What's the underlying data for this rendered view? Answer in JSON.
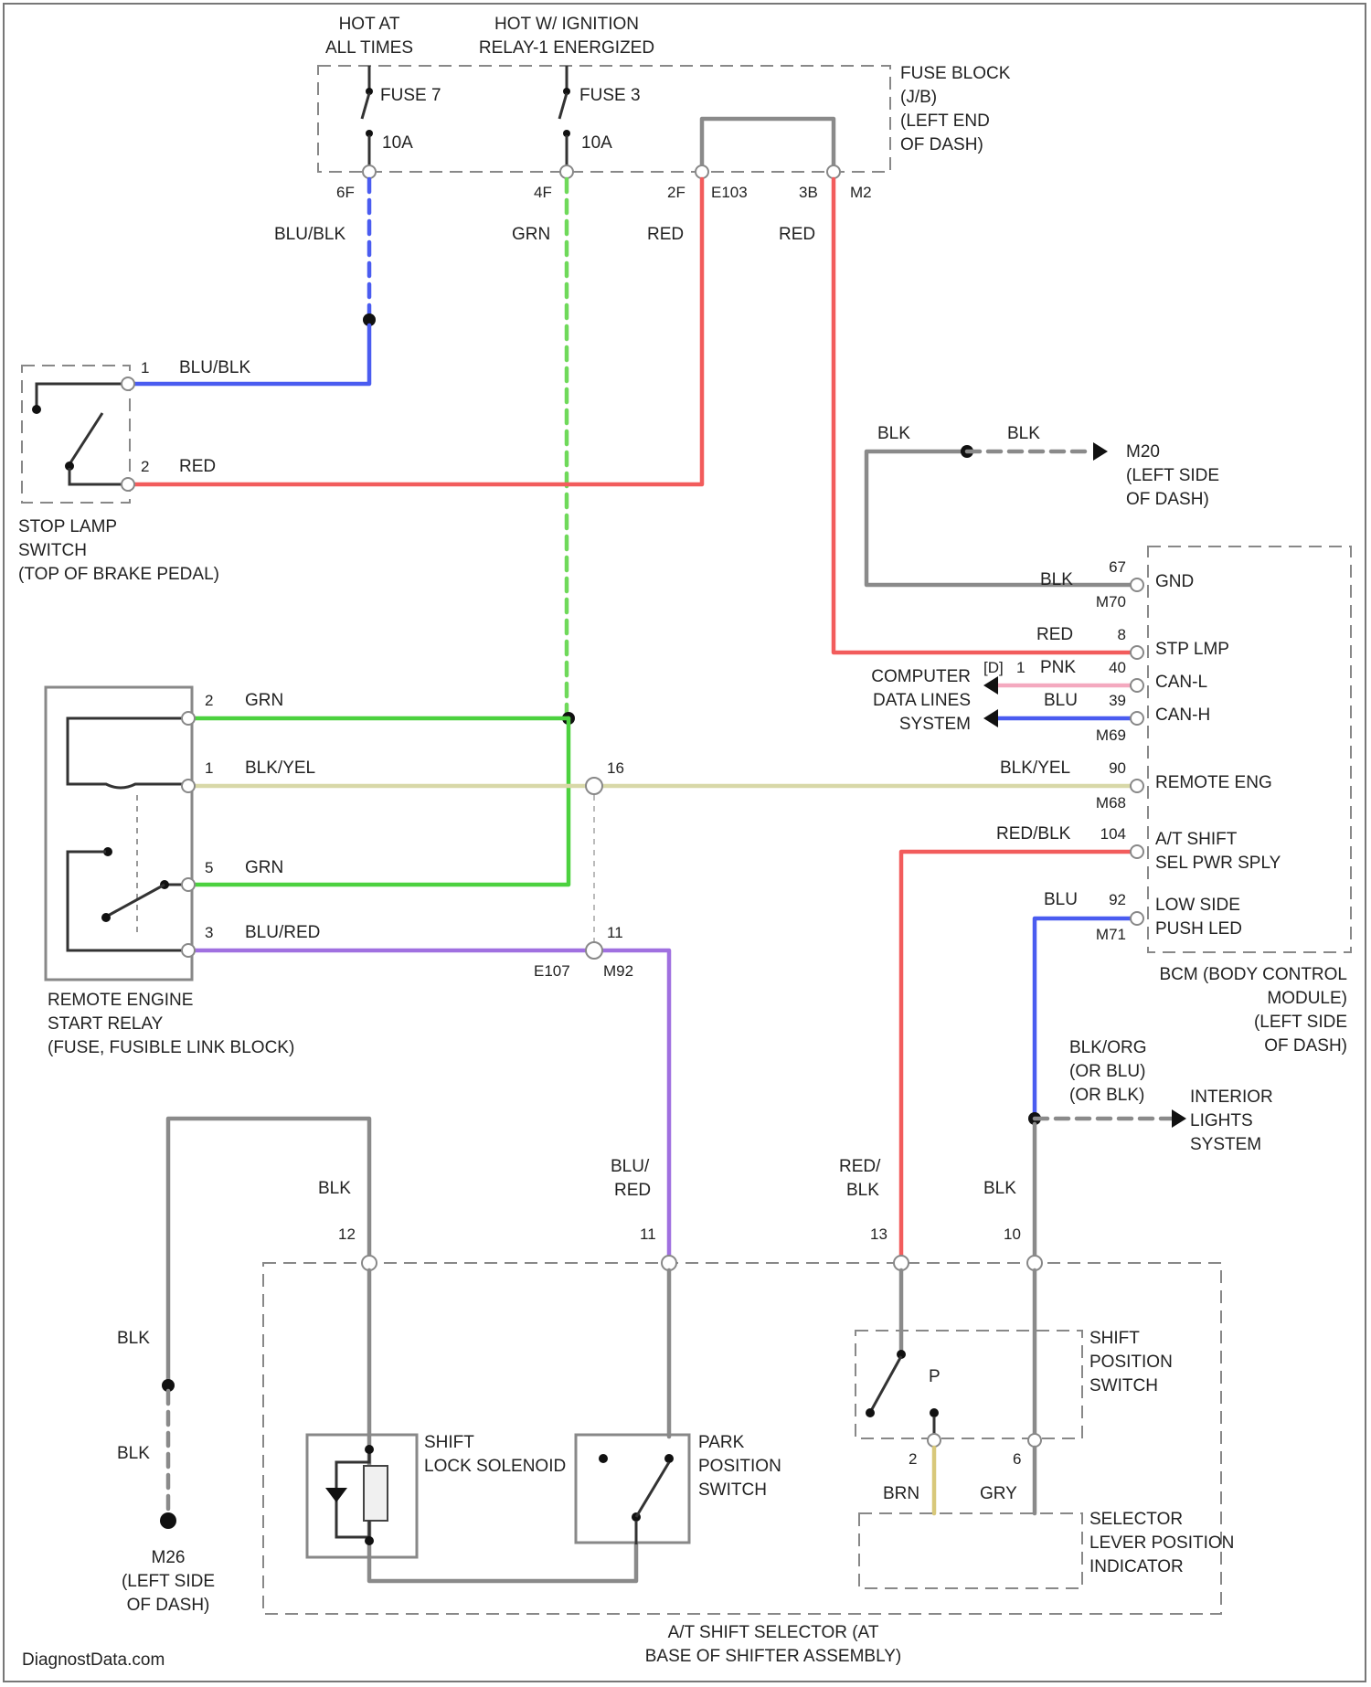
{
  "top_labels": {
    "hot_at_all_times": [
      "HOT AT",
      "ALL TIMES"
    ],
    "hot_w_ignition": [
      "HOT W/ IGNITION",
      "RELAY-1 ENERGIZED"
    ]
  },
  "fuse_block": {
    "label": [
      "FUSE BLOCK",
      "(J/B)",
      "(LEFT END",
      "OF DASH)"
    ],
    "fuse7": {
      "name": "FUSE 7",
      "rating": "10A"
    },
    "fuse3": {
      "name": "FUSE 3",
      "rating": "10A"
    },
    "pins": {
      "p1": "6F",
      "p2": "4F",
      "p3": "2F",
      "p4": "3B",
      "conn1": "E103",
      "conn2": "M2"
    }
  },
  "wire_labels": {
    "blu_blk_top": "BLU/BLK",
    "grn_top": "GRN",
    "red_top1": "RED",
    "red_top2": "RED",
    "blu_blk_stop": "BLU/BLK",
    "red_stop": "RED",
    "blk_gnd_a": "BLK",
    "blk_gnd_b": "BLK",
    "blk_bcm": "BLK",
    "red_bcm": "RED",
    "pink_bcm": "PNK",
    "blu_bcm_39": "BLU",
    "grn_relay_2": "GRN",
    "blk_yel_relay": "BLK/YEL",
    "blk_yel_bcm": "BLK/YEL",
    "grn_relay_5": "GRN",
    "blu_red_relay": "BLU/RED",
    "red_blk_bcm": "RED/BLK",
    "blu_bcm_92": "BLU",
    "blk_org": [
      "BLK/ORG",
      "(OR BLU)",
      "(OR BLK)"
    ],
    "blk_shifter_left": "BLK",
    "blu_red_shifter": [
      "BLU/",
      "RED"
    ],
    "red_blk_shifter": [
      "RED/",
      "BLK"
    ],
    "blk_shifter_right": "BLK",
    "blk_ground_top": "BLK",
    "blk_ground_bottom": "BLK",
    "brn": "BRN",
    "gry": "GRY"
  },
  "stop_lamp_switch": {
    "label": [
      "STOP LAMP",
      "SWITCH",
      "(TOP OF BRAKE PEDAL)"
    ],
    "pin1": "1",
    "pin2": "2"
  },
  "ground_m20": {
    "label": [
      "M20",
      "(LEFT SIDE",
      "OF DASH)"
    ]
  },
  "ground_m26": {
    "label": [
      "M26",
      "(LEFT SIDE",
      "OF DASH)"
    ]
  },
  "bcm": {
    "label": [
      "BCM (BODY CONTROL",
      "MODULE)",
      "(LEFT SIDE",
      "OF DASH)"
    ],
    "pins": [
      {
        "num": "67",
        "name": "GND"
      },
      {
        "num": "8",
        "name": "STP LMP"
      },
      {
        "num": "40",
        "name": "CAN-L"
      },
      {
        "num": "39",
        "name": "CAN-H"
      },
      {
        "num": "90",
        "name": "REMOTE ENG"
      },
      {
        "num": "104",
        "name": "A/T SHIFT"
      },
      {
        "num": "92",
        "name": "LOW SIDE"
      }
    ],
    "pin_names_extra": {
      "at_shift_2": "SEL PWR SPLY",
      "low_side_2": "PUSH LED"
    },
    "connectors": {
      "m70": "M70",
      "m69": "M69",
      "m68": "M68",
      "m71": "M71"
    },
    "can_num": "1"
  },
  "computer_data_lines": {
    "label": [
      "COMPUTER",
      "DATA LINES",
      "SYSTEM"
    ],
    "tag": "[D]"
  },
  "remote_relay": {
    "label": [
      "REMOTE ENGINE",
      "START RELAY",
      "(FUSE, FUSIBLE LINK BLOCK)"
    ],
    "pins": {
      "p2": "2",
      "p1": "1",
      "p5": "5",
      "p3": "3"
    }
  },
  "splices": {
    "s16": "16",
    "s11": "11",
    "c107": "E107",
    "m92": "M92"
  },
  "interior_lights": {
    "label": [
      "INTERIOR",
      "LIGHTS",
      "SYSTEM"
    ]
  },
  "shifter": {
    "label": [
      "A/T SHIFT SELECTOR (AT",
      "BASE OF SHIFTER ASSEMBLY)"
    ],
    "pins": {
      "p12": "12",
      "p11": "11",
      "p13": "13",
      "p10": "10",
      "p2": "2",
      "p6": "6"
    },
    "shift_lock_solenoid": [
      "SHIFT",
      "LOCK SOLENOID"
    ],
    "park_position_switch": [
      "PARK",
      "POSITION",
      "SWITCH"
    ],
    "shift_position_switch": [
      "SHIFT",
      "POSITION",
      "SWITCH"
    ],
    "p_label": "P",
    "selector_indicator": [
      "SELECTOR",
      "LEVER POSITION",
      "INDICATOR"
    ]
  },
  "watermark": "DiagnostData.com",
  "colors": {
    "blue": "#4a5cf0",
    "green": "#4cd13f",
    "green_dash": "#6fd95a",
    "red": "#f25c5c",
    "pink": "#f4a9bf",
    "purple": "#a070e0",
    "tan": "#c8c8a0",
    "gray": "#8a8a8a",
    "yellow": "#d8c87a"
  }
}
